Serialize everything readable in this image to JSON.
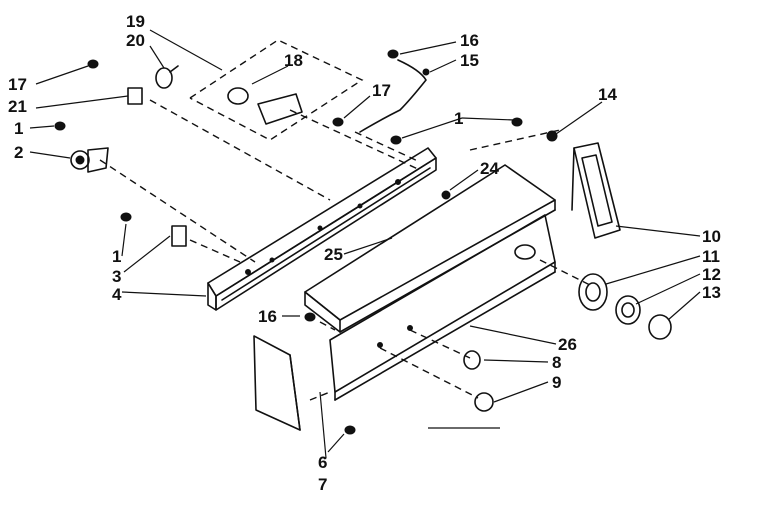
{
  "diagram": {
    "labels": {
      "l19": "19",
      "l20": "20",
      "l18": "18",
      "l17a": "17",
      "l21": "21",
      "l1a": "1",
      "l2": "2",
      "l16a": "16",
      "l15": "15",
      "l17b": "17",
      "l1b": "1",
      "l14": "14",
      "l24": "24",
      "l10": "10",
      "l11": "11",
      "l12": "12",
      "l13": "13",
      "l25": "25",
      "l1c": "1",
      "l3": "3",
      "l4": "4",
      "l16b": "16",
      "l26": "26",
      "l8": "8",
      "l9": "9",
      "l6": "6",
      "l7": "7"
    }
  }
}
